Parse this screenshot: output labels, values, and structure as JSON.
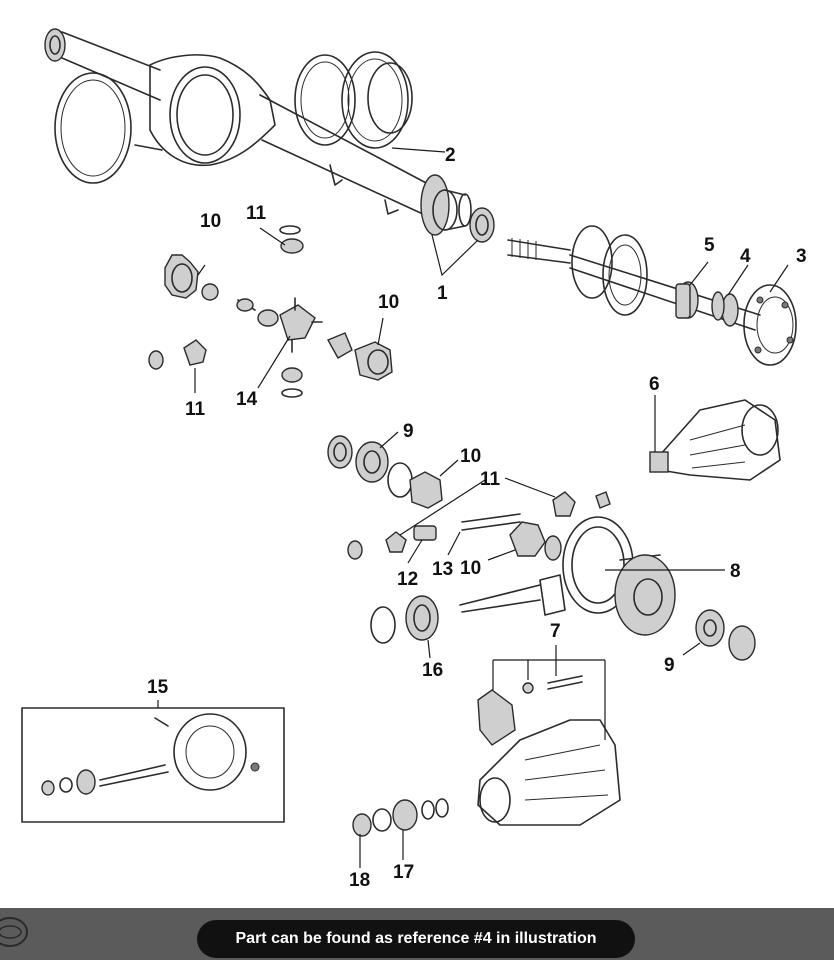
{
  "diagram": {
    "callouts": [
      "1",
      "2",
      "3",
      "4",
      "5",
      "6",
      "7",
      "8",
      "9",
      "9",
      "10",
      "10",
      "10",
      "10",
      "11",
      "11",
      "11",
      "12",
      "13",
      "14",
      "15",
      "16",
      "17",
      "18"
    ]
  },
  "caption": {
    "text": "Part can be found as reference #4 in illustration"
  },
  "colors": {
    "bar": "#5b5b5b",
    "pill": "#111111",
    "pill_text": "#ffffff",
    "line_art": "#2b2b2b"
  },
  "icons": {
    "logo": "brand-logo-icon"
  }
}
